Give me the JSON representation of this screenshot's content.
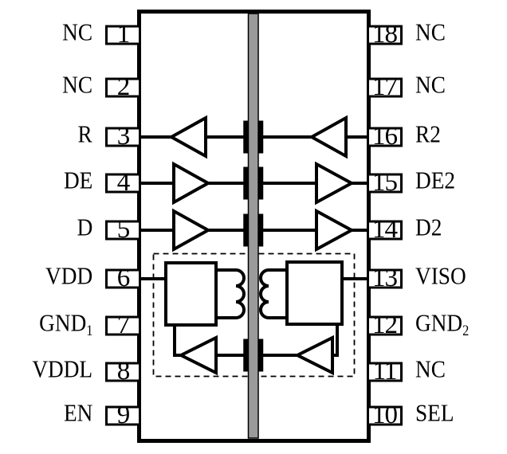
{
  "diagram": {
    "colors": {
      "ink": "#000000",
      "background": "#ffffff",
      "barrier": "#9a9a9a"
    },
    "symbols": [
      "isolation-barrier",
      "capacitive-coupling-plates",
      "buffer-triangle",
      "power-converter-block",
      "transformer-coil",
      "power-isolation-dashed-box"
    ],
    "pins": {
      "left": [
        {
          "number": "1",
          "label": "NC",
          "sub": ""
        },
        {
          "number": "2",
          "label": "NC",
          "sub": ""
        },
        {
          "number": "3",
          "label": "R",
          "sub": ""
        },
        {
          "number": "4",
          "label": "DE",
          "sub": ""
        },
        {
          "number": "5",
          "label": "D",
          "sub": ""
        },
        {
          "number": "6",
          "label": "VDD",
          "sub": ""
        },
        {
          "number": "7",
          "label": "GND",
          "sub": "1"
        },
        {
          "number": "8",
          "label": "VDDL",
          "sub": ""
        },
        {
          "number": "9",
          "label": "EN",
          "sub": ""
        }
      ],
      "right": [
        {
          "number": "18",
          "label": "NC",
          "sub": ""
        },
        {
          "number": "17",
          "label": "NC",
          "sub": ""
        },
        {
          "number": "16",
          "label": "R2",
          "sub": ""
        },
        {
          "number": "15",
          "label": "DE2",
          "sub": ""
        },
        {
          "number": "14",
          "label": "D2",
          "sub": ""
        },
        {
          "number": "13",
          "label": "VISO",
          "sub": ""
        },
        {
          "number": "12",
          "label": "GND",
          "sub": "2"
        },
        {
          "number": "11",
          "label": "NC",
          "sub": ""
        },
        {
          "number": "10",
          "label": "SEL",
          "sub": ""
        }
      ]
    }
  }
}
